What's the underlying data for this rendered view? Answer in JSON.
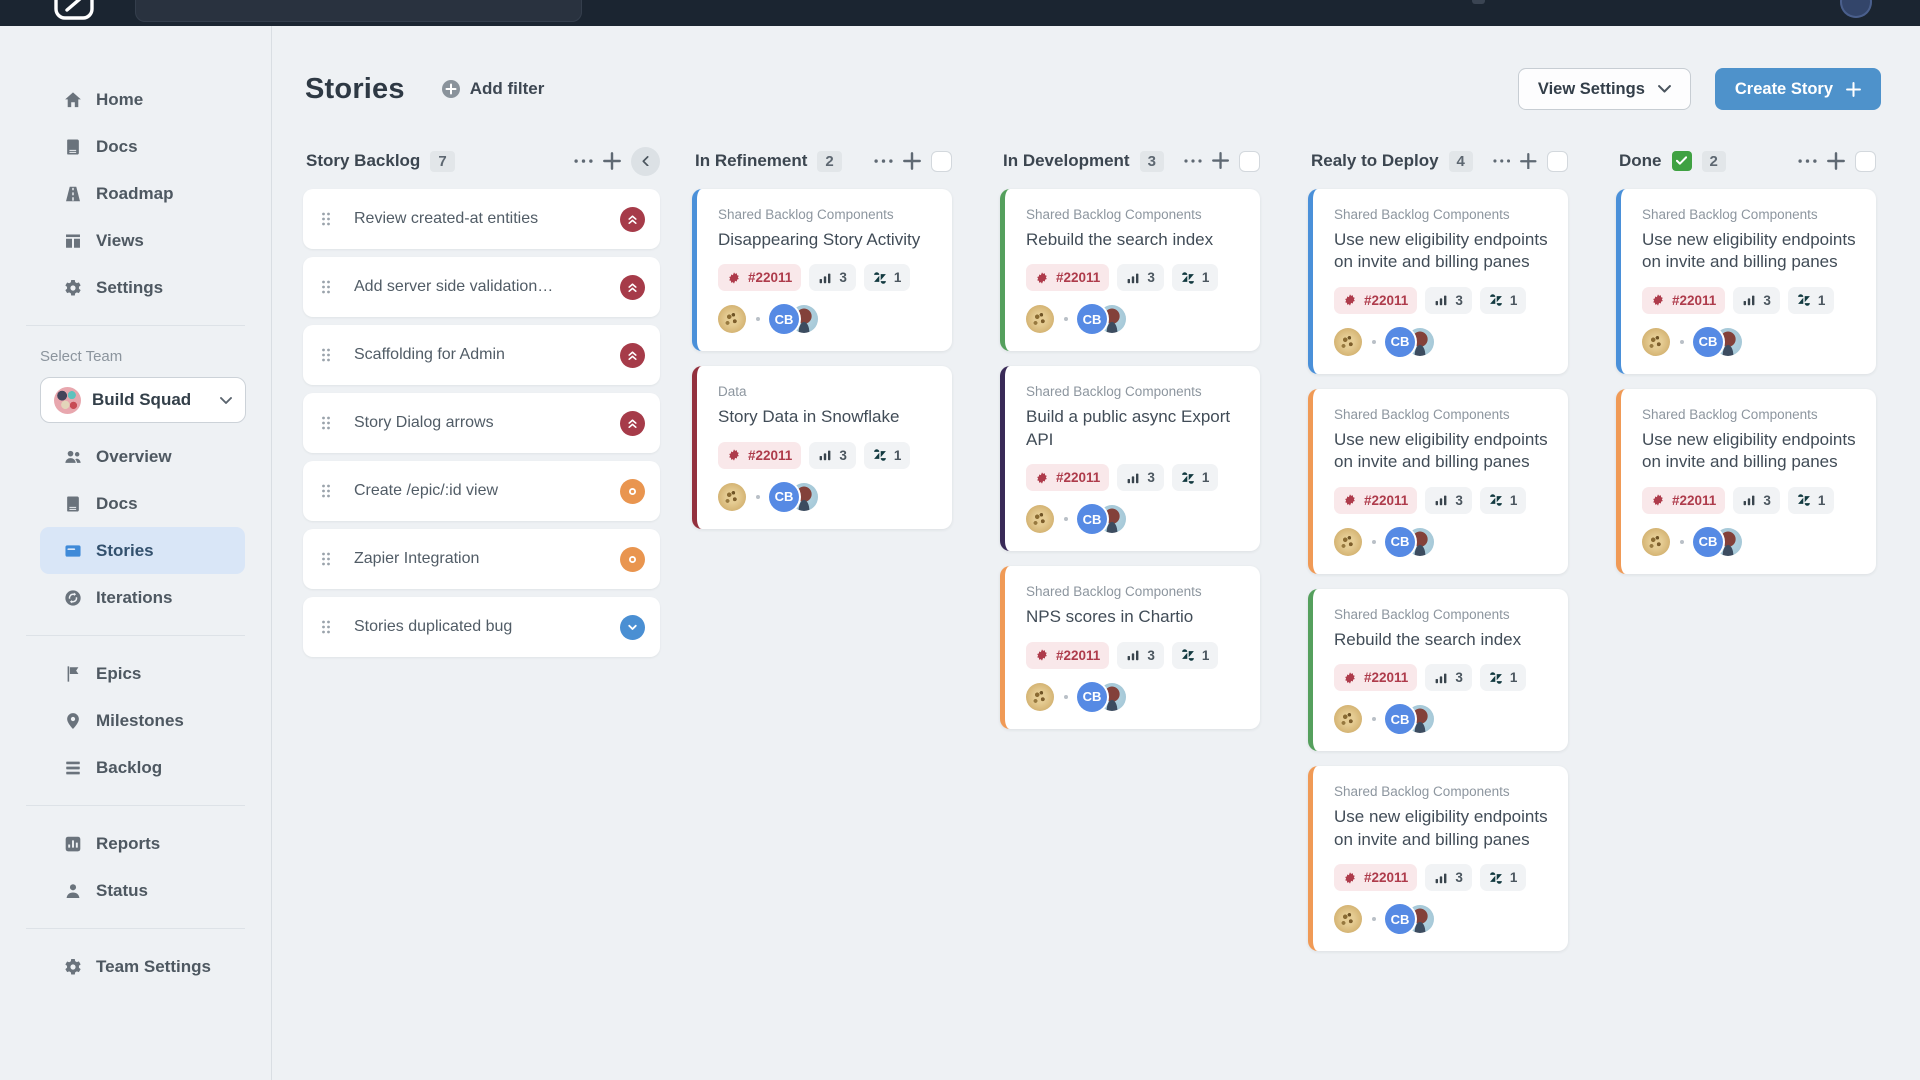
{
  "header": {
    "title": "Stories",
    "add_filter_label": "Add filter",
    "view_settings_label": "View Settings",
    "create_story_label": "Create Story"
  },
  "sidebar": {
    "main_items": [
      {
        "label": "Home",
        "icon": "home"
      },
      {
        "label": "Docs",
        "icon": "book"
      },
      {
        "label": "Roadmap",
        "icon": "roadmap"
      },
      {
        "label": "Views",
        "icon": "views"
      },
      {
        "label": "Settings",
        "icon": "gear"
      }
    ],
    "select_team_label": "Select Team",
    "team": {
      "name": "Build Squad"
    },
    "team_items": [
      {
        "label": "Overview",
        "icon": "people"
      },
      {
        "label": "Docs",
        "icon": "book"
      },
      {
        "label": "Stories",
        "icon": "stories",
        "active": true
      },
      {
        "label": "Iterations",
        "icon": "iterations"
      }
    ],
    "planning_items": [
      {
        "label": "Epics",
        "icon": "flag"
      },
      {
        "label": "Milestones",
        "icon": "pin"
      },
      {
        "label": "Backlog",
        "icon": "stack"
      }
    ],
    "insight_items": [
      {
        "label": "Reports",
        "icon": "chart"
      },
      {
        "label": "Status",
        "icon": "person"
      }
    ],
    "footer_items": [
      {
        "label": "Team Settings",
        "icon": "gear"
      }
    ]
  },
  "board": {
    "backlog_column": {
      "title": "Story Backlog",
      "count": "7",
      "items": [
        {
          "title": "Review created-at entities",
          "priority": "urgent"
        },
        {
          "title": "Add server side validation…",
          "priority": "urgent"
        },
        {
          "title": "Scaffolding for Admin",
          "priority": "urgent"
        },
        {
          "title": "Story Dialog arrows",
          "priority": "urgent"
        },
        {
          "title": "Create /epic/:id view",
          "priority": "medium"
        },
        {
          "title": "Zapier Integration",
          "priority": "medium"
        },
        {
          "title": "Stories duplicated bug",
          "priority": "low"
        }
      ]
    },
    "card_columns": [
      {
        "title": "In Refinement",
        "count": "2",
        "done": false,
        "cards": [
          {
            "label": "Shared Backlog Components",
            "title": "Disappearing Story Activity",
            "accent": "blue"
          },
          {
            "label": "Data",
            "title": "Story Data in Snowflake",
            "accent": "maroon"
          }
        ]
      },
      {
        "title": "In Development",
        "count": "3",
        "done": false,
        "cards": [
          {
            "label": "Shared Backlog Components",
            "title": "Rebuild the search index",
            "accent": "green"
          },
          {
            "label": "Shared Backlog Components",
            "title": "Build a public async Export API",
            "accent": "purple"
          },
          {
            "label": "Shared Backlog Components",
            "title": "NPS scores in Chartio",
            "accent": "orange"
          }
        ]
      },
      {
        "title": "Realy to Deploy",
        "count": "4",
        "done": false,
        "cards": [
          {
            "label": "Shared Backlog Components",
            "title": "Use new eligibility endpoints on invite and billing panes",
            "accent": "blue"
          },
          {
            "label": "Shared Backlog Components",
            "title": "Use new eligibility endpoints on invite and billing panes",
            "accent": "orange"
          },
          {
            "label": "Shared Backlog Components",
            "title": "Rebuild the search index",
            "accent": "green"
          },
          {
            "label": "Shared Backlog Components",
            "title": "Use new eligibility endpoints on invite and billing panes",
            "accent": "orange"
          }
        ]
      },
      {
        "title": "Done",
        "count": "2",
        "done": true,
        "cards": [
          {
            "label": "Shared Backlog Components",
            "title": "Use new eligibility endpoints on invite and billing panes",
            "accent": "blue"
          },
          {
            "label": "Shared Backlog Components",
            "title": "Use new eligibility endpoints on invite and billing panes",
            "accent": "orange"
          }
        ]
      }
    ]
  },
  "card_badges": {
    "bug_id": "#22011",
    "tasks_count": "3",
    "zendesk_count": "1"
  },
  "avatars": {
    "cb_initials": "CB"
  },
  "colors": {
    "accent_blue": "#4a90d9",
    "accent_maroon": "#93303d",
    "accent_green": "#55a05d",
    "accent_purple": "#392a57",
    "accent_orange": "#f09a56",
    "priority_urgent": "#a63b49",
    "priority_medium": "#e9954f",
    "priority_low": "#4a8fd3",
    "create_button": "#4e92cb",
    "done_check": "#3fa142",
    "active_item_bg": "#d9e6f7",
    "bug_bg": "#f9e8ea",
    "bug_text": "#ae3b4b",
    "cb_avatar": "#568ae4"
  }
}
